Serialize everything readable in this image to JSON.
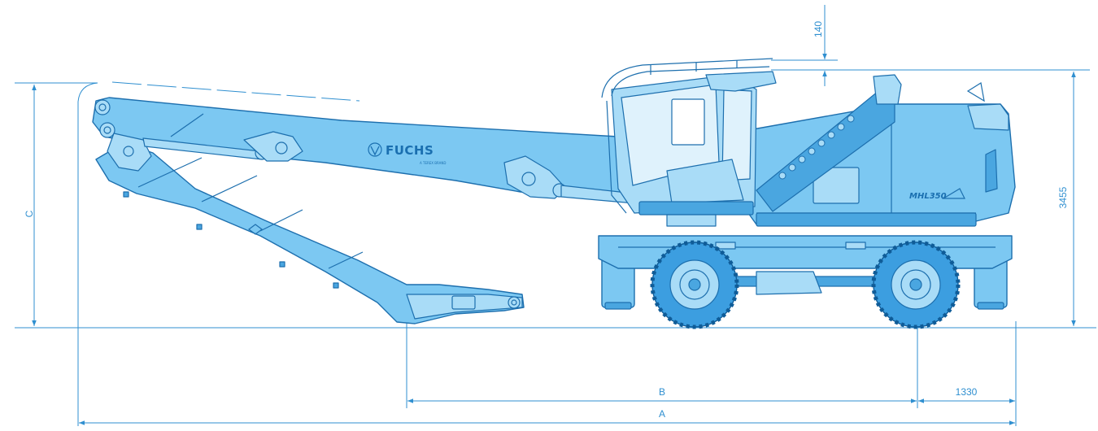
{
  "diagram": {
    "brand": "FUCHS",
    "brand_subtitle": "A TEREX BRAND",
    "model_badge": "MHL350",
    "colors": {
      "machine_fill": "#7cc8f2",
      "machine_stroke": "#1d6fae",
      "dimension_lines": "#2f8fd0"
    },
    "dimensions": {
      "a_label": "A",
      "b_label": "B",
      "c_label": "C",
      "rear_overhang": "1330",
      "overall_height": "3455",
      "cab_clearance": "140"
    }
  }
}
